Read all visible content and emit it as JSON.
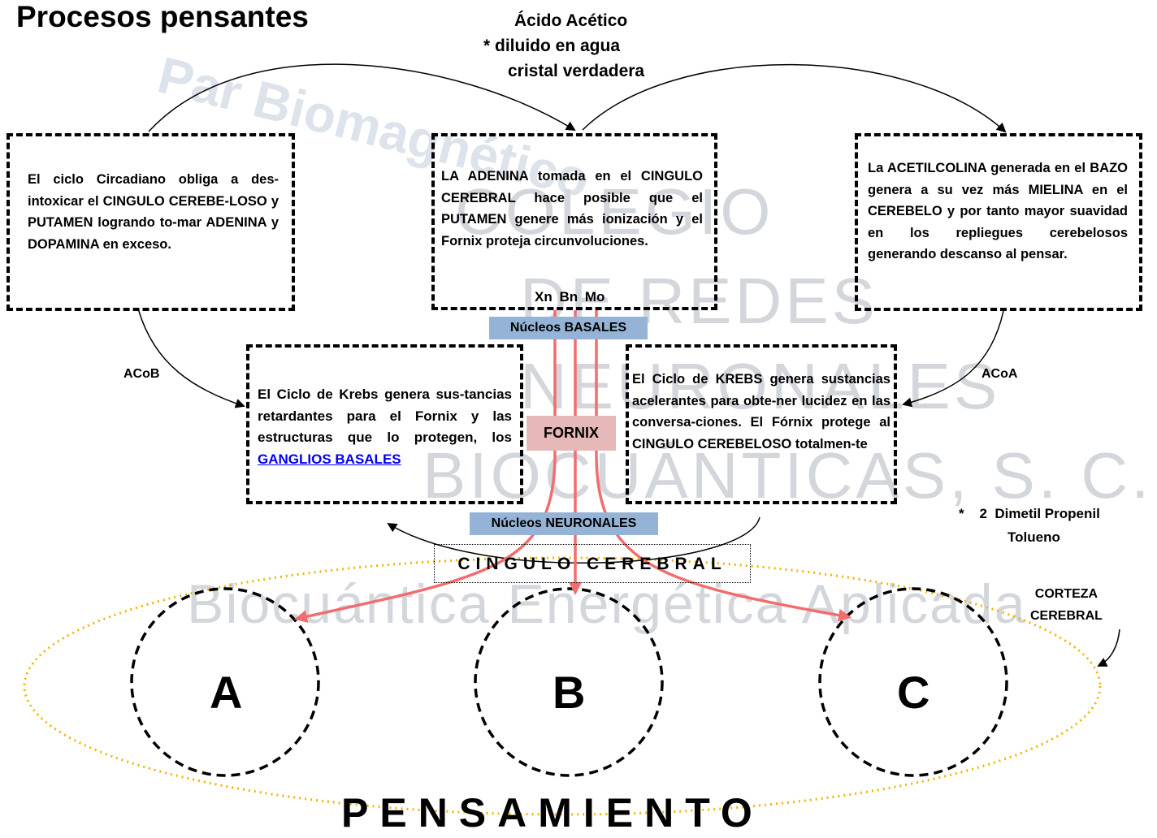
{
  "title": "Procesos pensantes",
  "acid": {
    "line1": "Ácido Acético",
    "line2": "*  diluido en agua",
    "line3": "cristal verdadera"
  },
  "boxes": {
    "left": "El ciclo Circadiano obliga a des-intoxicar el CINGULO CEREBE-LOSO y PUTAMEN logrando to-mar ADENINA y DOPAMINA en exceso.",
    "center": "LA ADENINA tomada en el CINGULO CEREBRAL hace posible que el PUTAMEN genere más ionización y el Fornix proteja circunvoluciones.",
    "right": "La ACETILCOLINA generada en el BAZO genera a su vez más MIELINA en el CEREBELO y por tanto mayor suavidad en los repliegues cerebelosos generando descanso al pensar.",
    "krebs_left_text": "El Ciclo de Krebs genera sus-tancias retardantes para el Fornix y las estructuras que lo protegen, los ",
    "krebs_left_link": "GANGLIOS BASALES",
    "krebs_right": "El Ciclo de KREBS genera sustancias acelerantes para obte-ner lucidez en las conversa-ciones. El Fórnix protege al CINGULO CEREBELOSO totalmen-te"
  },
  "labels": {
    "xbm": "Xn Bn Mo",
    "nucleos_basales": "Núcleos BASALES",
    "fornix": "FORNIX",
    "nucleos_neuronales": "Núcleos NEURONALES",
    "acob": "ACoB",
    "acoa": "ACoA",
    "dimetil_line1": "*    2  Dimetil Propenil",
    "dimetil_line2": "Tolueno",
    "cingulo": "CINGULO CEREBRAL",
    "corteza_line1": "CORTEZA",
    "corteza_line2": "CEREBRAL",
    "circle_a": "A",
    "circle_b": "B",
    "circle_c": "C",
    "pensamiento": "PENSAMIENTO"
  },
  "watermark": {
    "line1": "COLEGIO",
    "line2": "DE REDES",
    "line3": "NEURONALES",
    "line4": "BIOCUÁNTICAS, S. C.",
    "line5": "Biocuántica Energética Aplicada",
    "line6": "Par Biomagnético"
  },
  "colors": {
    "red_arrows": "#f26d6d",
    "blue_tag": "#95b3d7",
    "pink_tag": "#e6b8b7",
    "orange_ellipse": "#f0b400"
  }
}
